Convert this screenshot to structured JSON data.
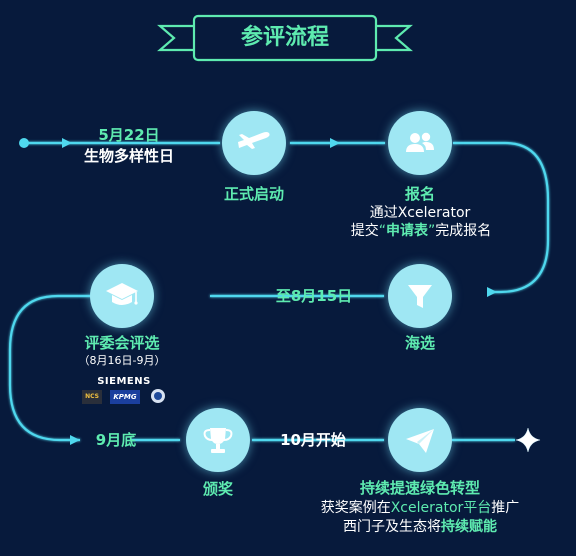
{
  "title": "参评流程",
  "start": {
    "date": "5月22日",
    "label": "生物多样性日"
  },
  "steps": {
    "launch": {
      "label": "正式启动",
      "icon": "airplane-icon"
    },
    "signup": {
      "label": "报名",
      "line1": "通过Xcelerator",
      "line2_pre": "提交",
      "line2_quote_open": "“",
      "line2_highlight": "申请表",
      "line2_quote_close": "”",
      "line2_post": "完成报名",
      "icon": "users-icon"
    },
    "screening": {
      "label": "海选",
      "icon": "funnel-icon",
      "until": "至8月15日"
    },
    "committee": {
      "label": "评委会评选",
      "period": "（8月16日-9月）",
      "icon": "graduation-cap-icon",
      "sponsors": [
        "SIEMENS",
        "NCS",
        "KPMG"
      ]
    },
    "award": {
      "label": "颁奖",
      "icon": "trophy-icon",
      "when": "9月底"
    },
    "transform": {
      "when": "10月开始",
      "label": "持续提速绿色转型",
      "line1_pre": "获奖案例在",
      "line1_highlight": "Xcelerator平台",
      "line1_post": "推广",
      "line2_pre": "西门子及生态将",
      "line2_highlight": "持续赋能",
      "icon": "paper-plane-icon"
    }
  },
  "colors": {
    "background": "#071a3c",
    "accent_green": "#5eebb0",
    "node_fill": "#9fe7f3",
    "line": "#4fd8ee"
  }
}
